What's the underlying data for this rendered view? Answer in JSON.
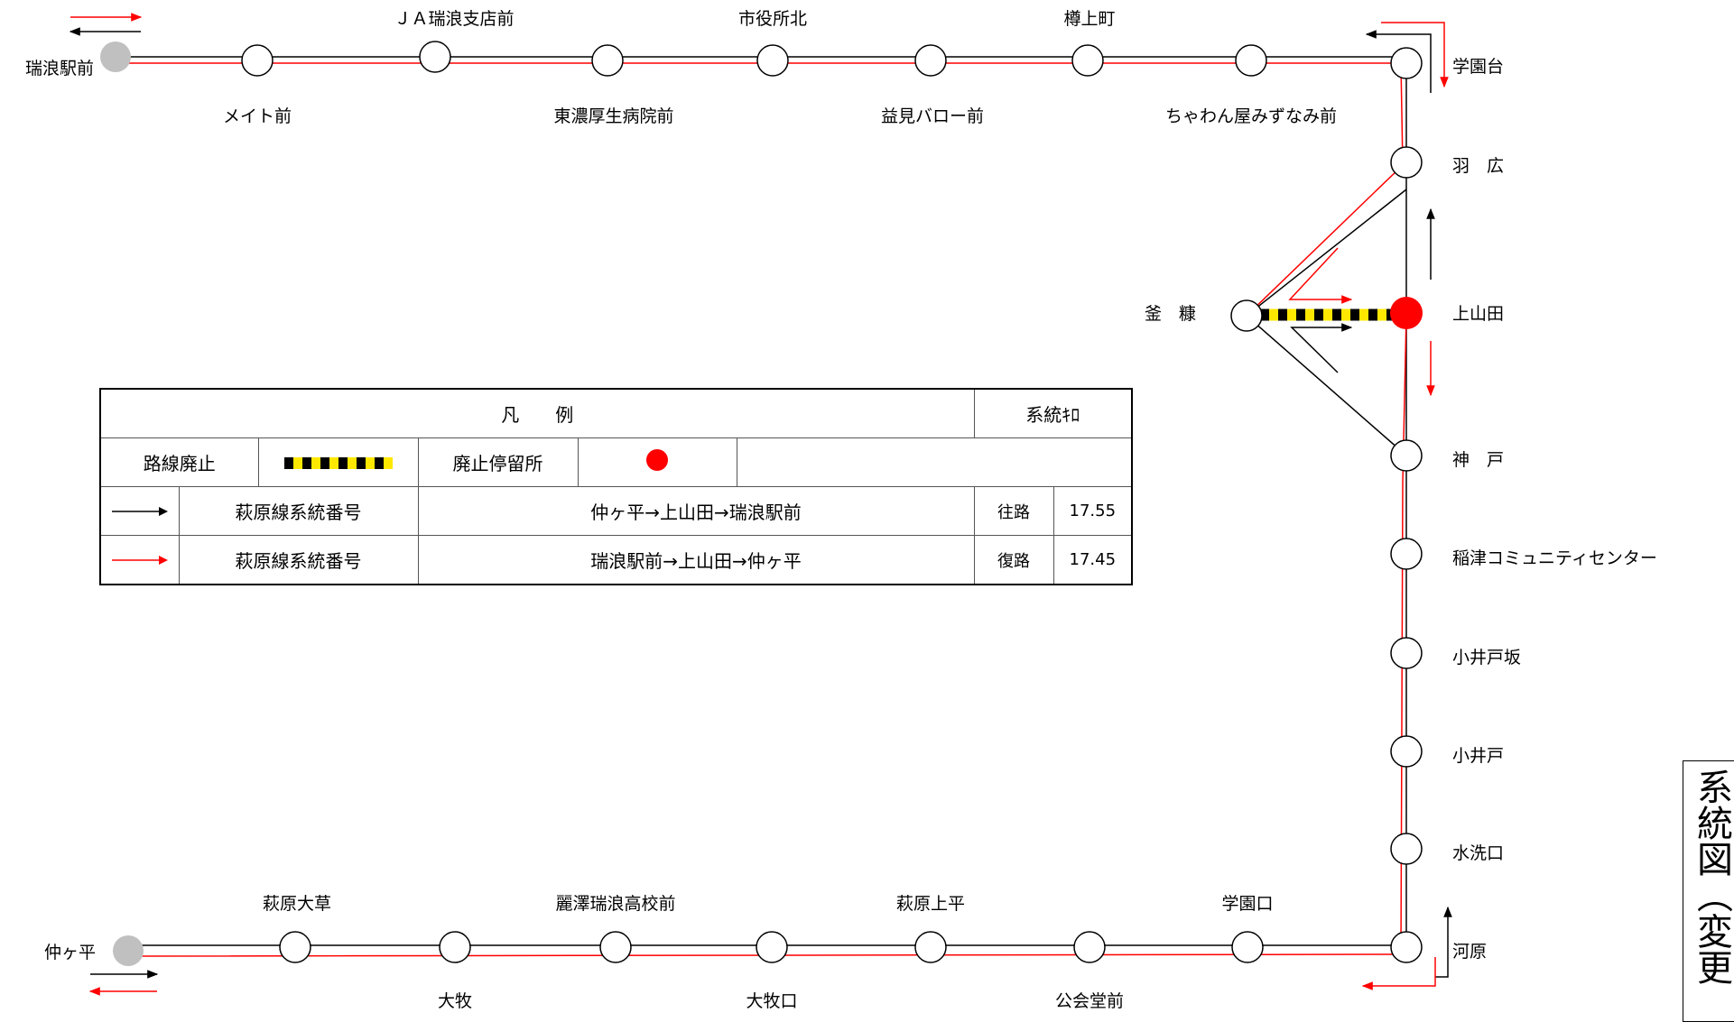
{
  "stations": {
    "mizunami_ekimae": "瑞浪駅前",
    "meito_mae": "メイト前",
    "ja_mizunami_shiten_mae": "ＪＡ瑞浪支店前",
    "tono_kosei_byoin_mae": "東濃厚生病院前",
    "shiyakusho_kita": "市役所北",
    "masumi_valor_mae": "益見バロー前",
    "tarugami_cho": "樽上町",
    "chawanya_mizunami_mae": "ちゃわん屋みずなみ前",
    "gakuendai": "学園台",
    "habiro": "羽　広",
    "kamanuka": "釜　糠",
    "kamiyamada": "上山田",
    "kanbe": "神　戸",
    "inazu_community_center": "稲津コミュニティセンター",
    "koidosaka": "小井戸坂",
    "koido": "小井戸",
    "mizuaraiguchi": "水洗口",
    "kawara": "河原",
    "gakuenguchi": "学園口",
    "kokaido_mae": "公会堂前",
    "hagiwara_kamidaira": "萩原上平",
    "omakiguchi": "大牧口",
    "reitaku_mizunami_koko_mae": "麗澤瑞浪高校前",
    "omaki": "大牧",
    "hagiwara_okusa": "萩原大草",
    "nakagahira": "仲ヶ平"
  },
  "legend": {
    "title": "凡　　例",
    "route_number_header": "系統ｷﾛ",
    "abolished_route_label": "路線廃止",
    "abolished_stop_label": "廃止停留所",
    "rows": [
      {
        "line_name": "萩原線系統番号",
        "route": "仲ヶ平→上山田→瑞浪駅前",
        "direction": "往路",
        "km": "17.55"
      },
      {
        "line_name": "萩原線系統番号",
        "route": "瑞浪駅前→上山田→仲ヶ平",
        "direction": "復路",
        "km": "17.45"
      }
    ]
  },
  "side_title": "系統図（変更前）",
  "colors": {
    "outbound_line": "#000000",
    "return_line": "#ff0000",
    "abolished_stop": "#ff0000",
    "terminal": "#c0c0c0",
    "abolished_route_dash": "#ffe800"
  }
}
